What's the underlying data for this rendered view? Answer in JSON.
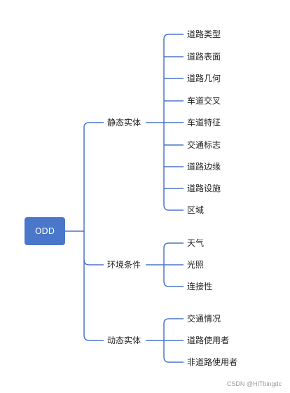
{
  "diagram": {
    "root": "ODD",
    "branches": [
      {
        "label": "静态实体",
        "children": [
          "道路类型",
          "道路表面",
          "道路几何",
          "车道交叉",
          "车道特征",
          "交通标志",
          "道路边缘",
          "道路设施",
          "区域"
        ]
      },
      {
        "label": "环境条件",
        "children": [
          "天气",
          "光照",
          "连接性"
        ]
      },
      {
        "label": "动态实体",
        "children": [
          "交通情况",
          "道路使用者",
          "非道路使用者"
        ]
      }
    ],
    "line_color": "#4a77c9"
  },
  "watermark": "CSDN @HITbingdc"
}
